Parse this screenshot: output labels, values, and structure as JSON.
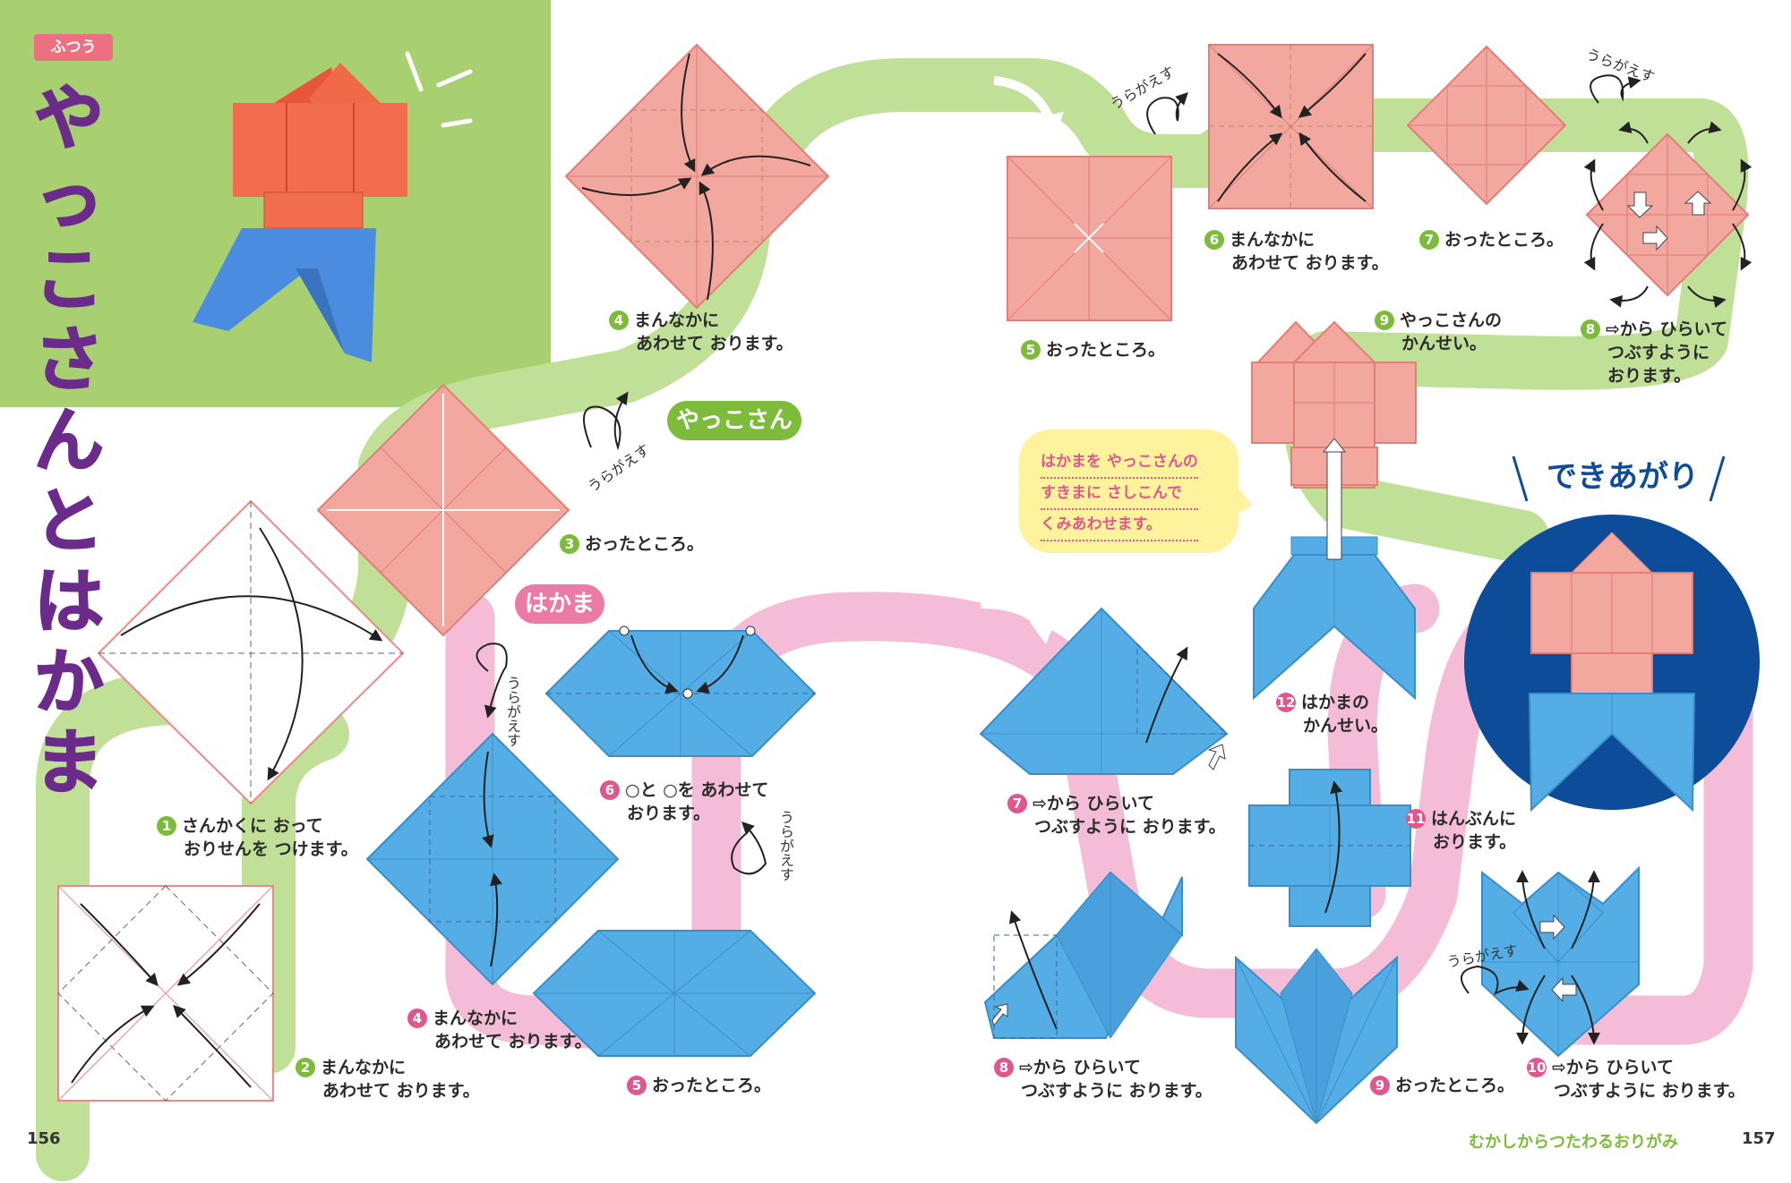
{
  "header": {
    "level_badge": "ふつう",
    "title_chars": [
      "や",
      "っ",
      "こ",
      "さ",
      "ん",
      "と",
      "は",
      "か",
      "ま"
    ]
  },
  "sections": {
    "yakko": "やっこさん",
    "hakama": "はかま",
    "complete": "できあがり"
  },
  "flip_label": "うらがえす",
  "yakko_steps": [
    {
      "num": "1",
      "lines": [
        "さんかくに おって",
        "おりせんを つけます。"
      ]
    },
    {
      "num": "2",
      "lines": [
        "まんなかに",
        "あわせて おります。"
      ]
    },
    {
      "num": "3",
      "lines": [
        "おったところ。"
      ]
    },
    {
      "num": "4",
      "lines": [
        "まんなかに",
        "あわせて おります。"
      ]
    },
    {
      "num": "5",
      "lines": [
        "おったところ。"
      ]
    },
    {
      "num": "6",
      "lines": [
        "まんなかに",
        "あわせて おります。"
      ]
    },
    {
      "num": "7",
      "lines": [
        "おったところ。"
      ]
    },
    {
      "num": "8",
      "lines": [
        "⇨から ひらいて",
        "つぶすように",
        "おります。"
      ]
    },
    {
      "num": "9",
      "lines": [
        "やっこさんの",
        "かんせい。"
      ]
    }
  ],
  "hakama_steps": [
    {
      "num": "4",
      "lines": [
        "まんなかに",
        "あわせて おります。"
      ]
    },
    {
      "num": "5",
      "lines": [
        "おったところ。"
      ]
    },
    {
      "num": "6",
      "lines": [
        "○と ○を あわせて",
        "おります。"
      ]
    },
    {
      "num": "7",
      "lines": [
        "⇨から ひらいて",
        "つぶすように おります。"
      ]
    },
    {
      "num": "8",
      "lines": [
        "⇨から ひらいて",
        "つぶすように おります。"
      ]
    },
    {
      "num": "9",
      "lines": [
        "おったところ。"
      ]
    },
    {
      "num": "10",
      "lines": [
        "⇨から ひらいて",
        "つぶすように おります。"
      ]
    },
    {
      "num": "11",
      "lines": [
        "はんぶんに",
        "おります。"
      ]
    },
    {
      "num": "12",
      "lines": [
        "はかまの",
        "かんせい。"
      ]
    }
  ],
  "speech_bubble": [
    "はかまを やっこさんの",
    "すきまに さしこんで",
    "くみあわせます。"
  ],
  "footer": {
    "left_page": "156",
    "right_page": "157",
    "book_title": "むかしからつたわるおりがみ"
  },
  "colors": {
    "green_bg": "#a8d070",
    "green_path": "#bfe096",
    "pink_path": "#f4bcd6",
    "paper_pink": "#f2a79f",
    "paper_blue": "#55ade6",
    "purple_title": "#6a2b8a",
    "navy_circle": "#0c4c98",
    "step_green": "#7cbc3a",
    "step_pink": "#e0568d"
  }
}
